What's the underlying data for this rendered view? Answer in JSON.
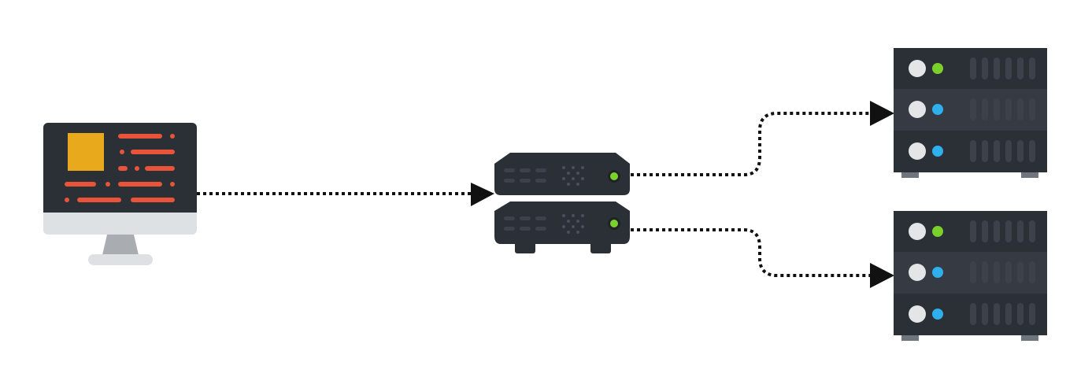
{
  "diagram": {
    "nodes": [
      {
        "id": "client",
        "icon": "desktop-monitor-icon",
        "role": "client"
      },
      {
        "id": "load-balancer",
        "icon": "network-switch-icon",
        "role": "load-balancer"
      },
      {
        "id": "server-1",
        "icon": "server-rack-icon",
        "role": "server"
      },
      {
        "id": "server-2",
        "icon": "server-rack-icon",
        "role": "server"
      }
    ],
    "edges": [
      {
        "from": "client",
        "to": "load-balancer",
        "style": "dotted",
        "arrow": "end"
      },
      {
        "from": "load-balancer",
        "to": "server-1",
        "style": "dotted",
        "arrow": "end"
      },
      {
        "from": "load-balancer",
        "to": "server-2",
        "style": "dotted",
        "arrow": "end"
      }
    ]
  },
  "colors": {
    "dark": "#2b2f36",
    "dark_light": "#353a43",
    "screen_text": "#e8533a",
    "screen_block": "#e8a91c",
    "monitor_bezel": "#dde1e4",
    "monitor_stand": "#a9adb2",
    "led_green": "#79d12a",
    "led_blue": "#2fb0ec",
    "button_gray": "#e3e5e7",
    "slot": "#3c414a",
    "foot": "#6f757d",
    "arrow": "#111111"
  }
}
